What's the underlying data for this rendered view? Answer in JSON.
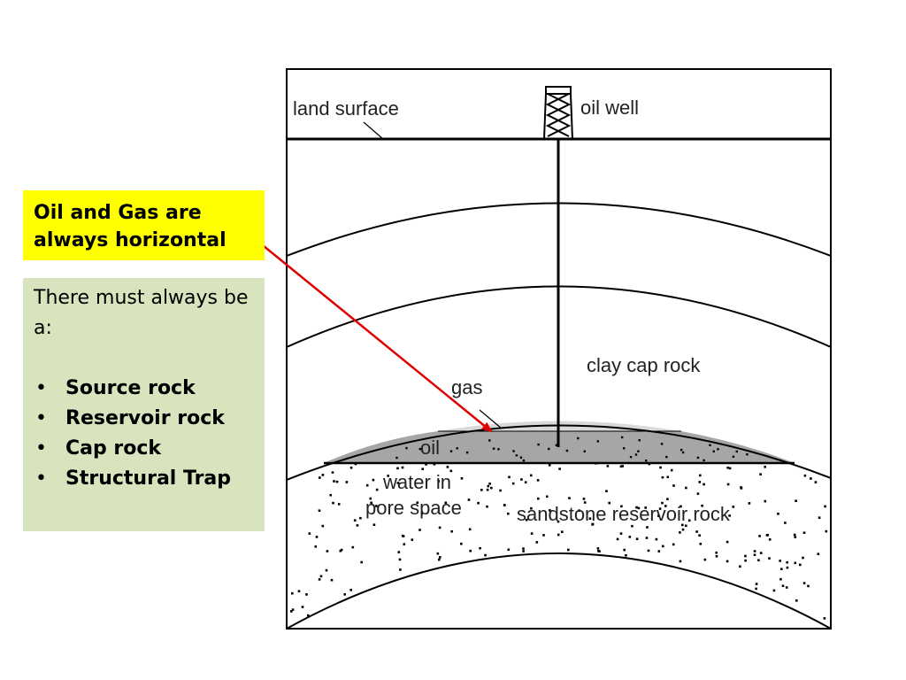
{
  "callout": {
    "headline": "Oil and Gas are always horizontal"
  },
  "requirements": {
    "intro": "There must always be a:",
    "items": [
      "Source rock",
      "Reservoir rock",
      "Cap rock",
      "Structural Trap"
    ]
  },
  "diagram_labels": {
    "land_surface": "land surface",
    "oil_well": "oil well",
    "clay_cap_rock": "clay cap rock",
    "gas": "gas",
    "oil": "oil",
    "water_line1": "water in",
    "water_line2": "pore space",
    "sandstone": "sandstone reservoir rock"
  },
  "colors": {
    "callout_yellow": "#ffff00",
    "panel_green": "#d7e4bd",
    "arrow_red": "#e00000",
    "oil_gray": "#a6a6a6",
    "gas_gray": "#d9d9d9"
  }
}
